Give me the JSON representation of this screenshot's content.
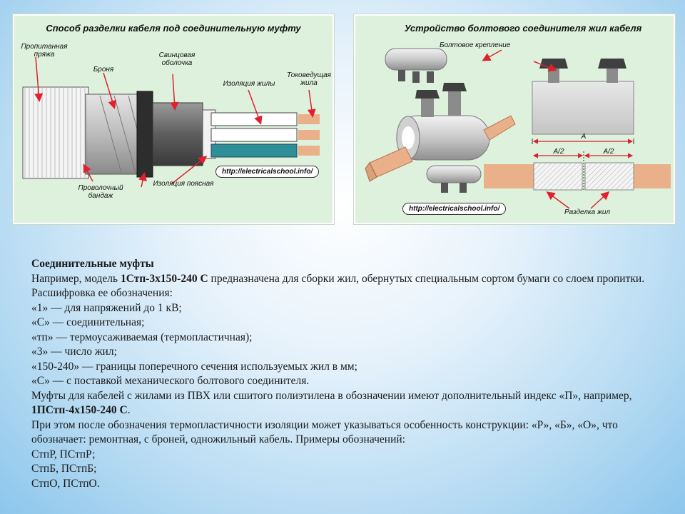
{
  "left_panel": {
    "title": "Способ разделки кабеля под соединительную муфту",
    "labels": {
      "impregnated_yarn": "Пропитанная пряжа",
      "armor": "Броня",
      "lead_sheath": "Свинцовая оболочка",
      "core_insulation": "Изоляция жилы",
      "conductor": "Токоведущая жила",
      "wire_band": "Проволочный бандаж",
      "belt_insulation": "Изоляция поясная"
    },
    "url": "http://electricalschool.info/"
  },
  "right_panel": {
    "title": "Устройство болтового соединителя жил кабеля",
    "labels": {
      "bolt_fastening": "Болтовое крепление",
      "dim_a": "A",
      "dim_a_half_left": "A/2",
      "dim_a_half_right": "A/2",
      "core_cutting": "Разделка жил"
    },
    "url": "http://electricalschool.info/"
  },
  "text": {
    "heading": "Соединительные муфты",
    "p1_a": "Например, модель ",
    "p1_model": "1Стп-3х150-240 С",
    "p1_b": " предназначена для сборки жил, обернутых специальным сортом бумаги со слоем пропитки. Расшифровка ее обозначения:",
    "l1": "«1» — для напряжений до 1 кВ;",
    "l2": "«С» — соединительная;",
    "l3": "«тп» — термоусаживаемая (термопластичная);",
    "l4": "«3» — число жил;",
    "l5": "«150-240» — границы поперечного сечения используемых жил в мм;",
    "l6": "«С» — с поставкой механического болтового соединителя.",
    "p2_a": "Муфты для кабелей с жилами из ПВХ или сшитого полиэтилена в обозначении имеют дополнительный индекс «П», например, ",
    "p2_model": "1ПСтп-4х150-240 С",
    "p2_b": ".",
    "p3": "При этом после обозначения термопластичности изоляции может указываться особенность конструкции: «Р», «Б», «О», что обозначает: ремонтная, с броней, одножильный кабель. Примеры обозначений:",
    "e1": "СтпР, ПСтпР;",
    "e2": "СтпБ, ПСтпБ;",
    "e3": "СтпО, ПСтпО."
  },
  "colors": {
    "panel_bg": "#ddf1dd",
    "arrow": "#e0212d",
    "copper": "#e9b089",
    "teal": "#2f8f98"
  }
}
